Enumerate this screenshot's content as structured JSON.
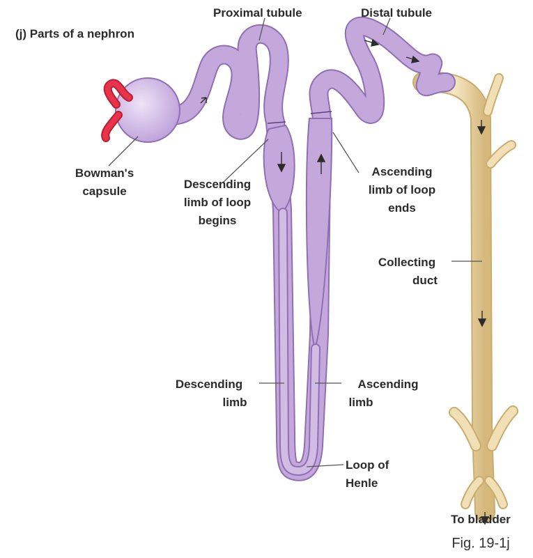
{
  "title": "(j) Parts of a nephron",
  "figure_number": "Fig. 19-1j",
  "labels": {
    "proximal_tubule": "Proximal tubule",
    "distal_tubule": "Distal tubule",
    "bowmans_capsule": [
      "Bowman's",
      "capsule"
    ],
    "descending_limb_of_loop_begins": [
      "Descending",
      "limb of loop",
      "begins"
    ],
    "ascending_limb_of_loop_ends": [
      "Ascending",
      "limb of loop",
      "ends"
    ],
    "collecting_duct": [
      "Collecting",
      "duct"
    ],
    "descending_limb": [
      "Descending",
      "limb"
    ],
    "ascending_limb": [
      "Ascending",
      "limb"
    ],
    "loop_of_henle": [
      "Loop of",
      "Henle"
    ],
    "to_bladder": "To bladder"
  },
  "colors": {
    "tubule_fill": "#c4a8dc",
    "tubule_edge": "#8f6fb3",
    "capsule_fill": "#d8c2ea",
    "glomerulus": "#e8334a",
    "duct_fill": "#ecd7a9",
    "duct_edge": "#c9ac6e"
  }
}
